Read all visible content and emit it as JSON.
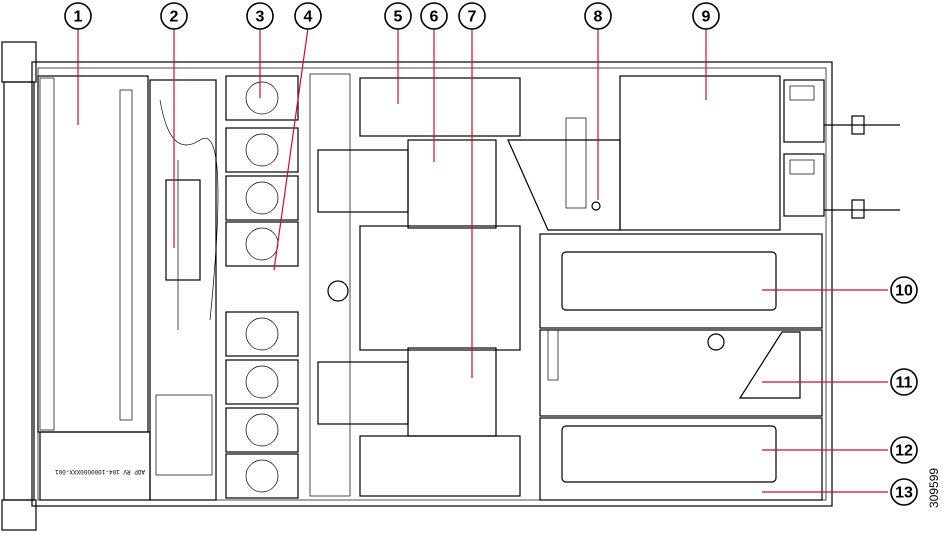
{
  "figure_id": "309599",
  "chassis_label": "ADP RV 104-1000000XXX-001",
  "callouts": [
    {
      "label": "1"
    },
    {
      "label": "2"
    },
    {
      "label": "3"
    },
    {
      "label": "4"
    },
    {
      "label": "5"
    },
    {
      "label": "6"
    },
    {
      "label": "7"
    },
    {
      "label": "8"
    },
    {
      "label": "9"
    },
    {
      "label": "10"
    },
    {
      "label": "11"
    },
    {
      "label": "12"
    },
    {
      "label": "13"
    }
  ],
  "colors": {
    "leader": "#c8102e",
    "outline": "#000000",
    "shade": "#d9d9d9",
    "fan": "#e6e6e6"
  }
}
